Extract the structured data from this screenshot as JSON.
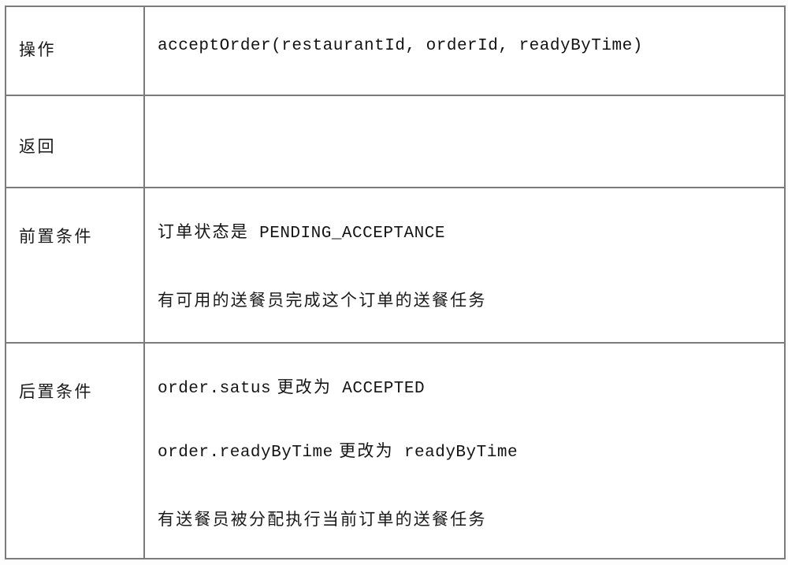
{
  "table": {
    "rows": [
      {
        "label": "操作",
        "kind": "code",
        "lines": [
          {
            "type": "mono",
            "text": "acceptOrder(restaurantId, orderId, readyByTime)"
          }
        ]
      },
      {
        "label": "返回",
        "kind": "empty",
        "lines": []
      },
      {
        "label": "前置条件",
        "kind": "mixed",
        "lines": [
          {
            "type": "mixed",
            "cjk_prefix": "订单状态是",
            "mono_suffix": "PENDING_ACCEPTANCE"
          },
          {
            "type": "cjk",
            "text": "有可用的送餐员完成这个订单的送餐任务"
          }
        ]
      },
      {
        "label": "后置条件",
        "kind": "mixed",
        "lines": [
          {
            "type": "mixed",
            "mono_prefix": "order.satus",
            "cjk_mid": "更改为",
            "mono_suffix": "ACCEPTED"
          },
          {
            "type": "mixed",
            "mono_prefix": "order.readyByTime",
            "cjk_mid": "更改为",
            "mono_suffix": "readyByTime"
          },
          {
            "type": "cjk",
            "text": "有送餐员被分配执行当前订单的送餐任务"
          }
        ]
      }
    ]
  },
  "colors": {
    "border": "#7b7b7b",
    "text": "#1a1a1a",
    "background": "#ffffff"
  }
}
